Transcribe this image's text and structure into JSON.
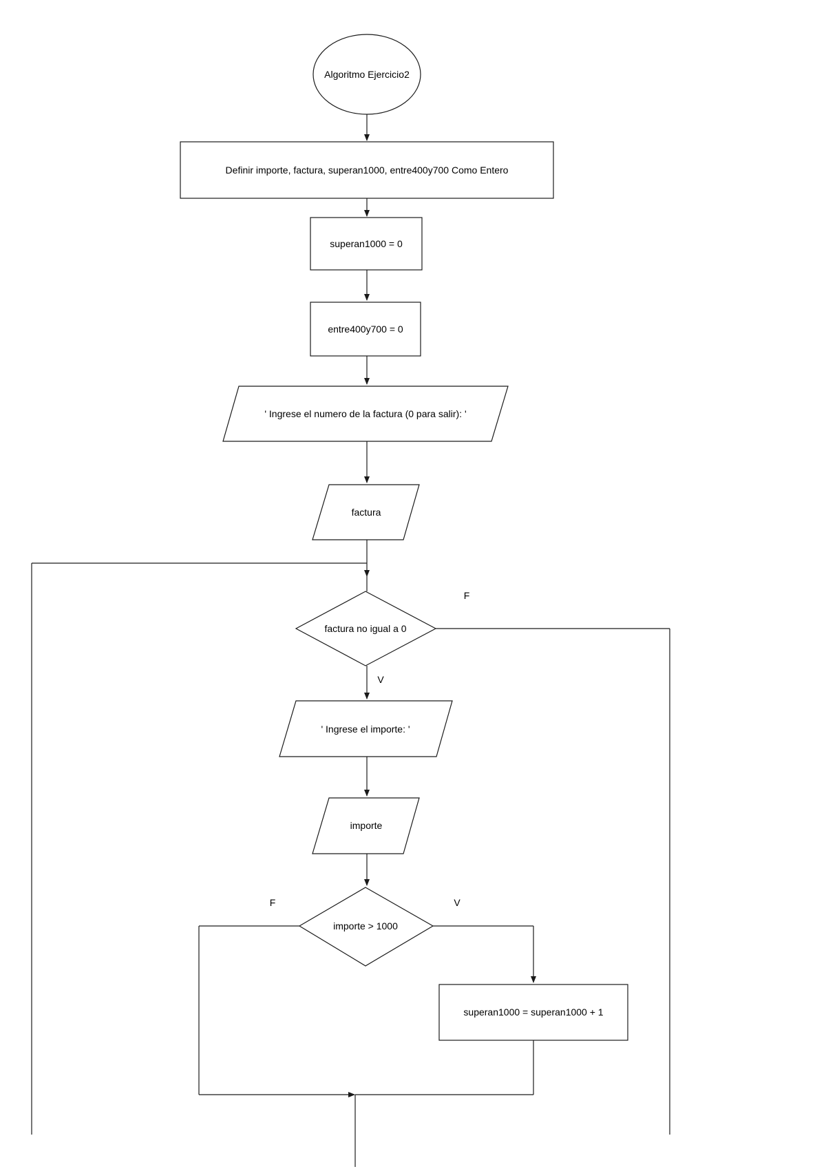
{
  "diagram": {
    "nodes": {
      "start": "Algoritmo Ejercicio2",
      "declare": "Definir importe, factura, superan1000, entre400y700 Como Entero",
      "init_superan1000": "superan1000 = 0",
      "init_entre400y700": "entre400y700 = 0",
      "prompt_factura": "' Ingrese el numero de la factura (0 para salir): '",
      "read_factura": "factura",
      "while_condition": "factura no igual a 0",
      "prompt_importe": "' Ingrese el importe: '",
      "read_importe": "importe",
      "if_condition": "importe > 1000",
      "increment_superan1000": "superan1000 = superan1000 + 1"
    },
    "edge_labels": {
      "while_false": "F",
      "while_true": "V",
      "if_false": "F",
      "if_true": "V"
    }
  }
}
